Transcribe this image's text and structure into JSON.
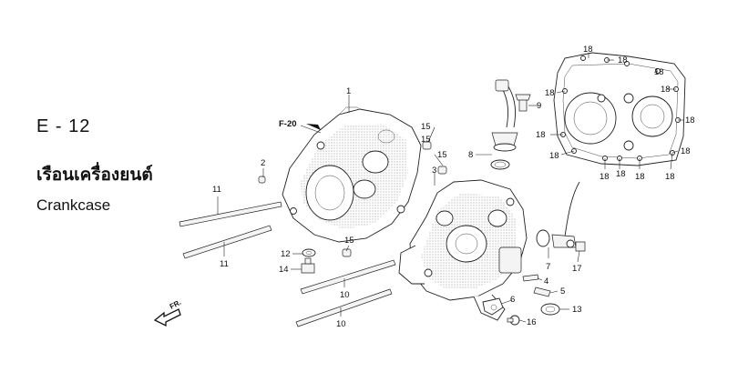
{
  "header": {
    "code": "E - 12",
    "title_thai": "เรือนเครื่องยนต์",
    "title_en": "Crankcase"
  },
  "reference": "F-20",
  "direction": "FR.",
  "callouts": [
    "1",
    "2",
    "3",
    "4",
    "5",
    "6",
    "7",
    "8",
    "9",
    "10",
    "10",
    "11",
    "11",
    "12",
    "13",
    "14",
    "15",
    "15",
    "15",
    "15",
    "16",
    "17",
    "18"
  ]
}
